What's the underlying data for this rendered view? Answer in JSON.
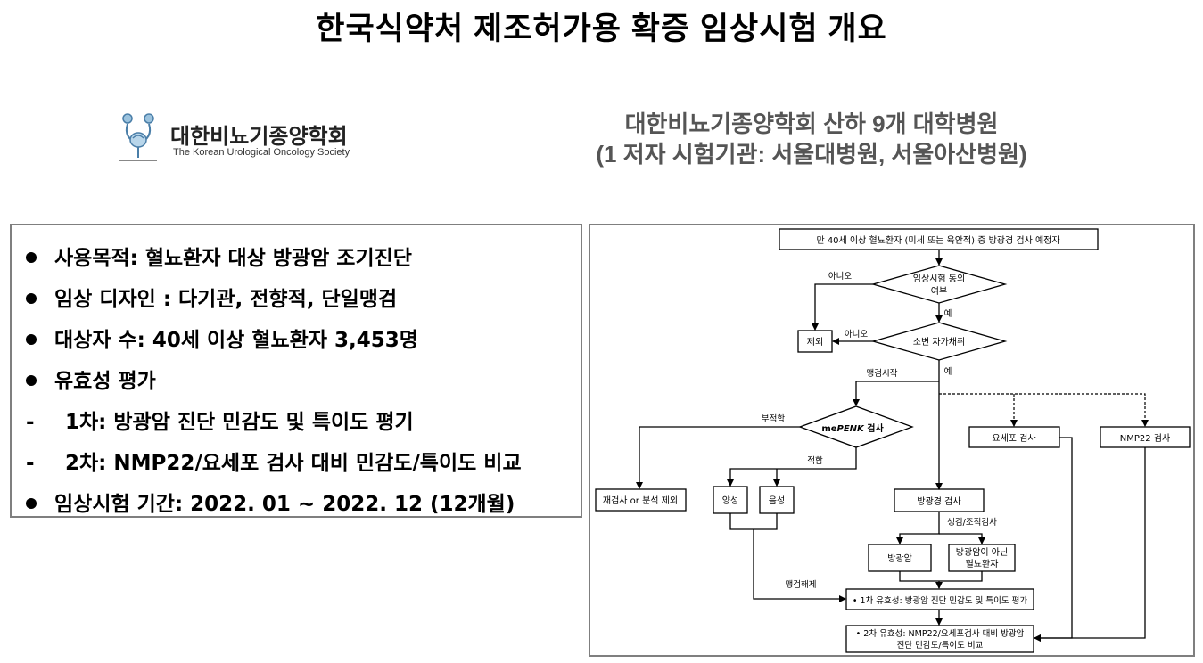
{
  "title": "한국식약처 제조허가용 확증 임상시험 개요",
  "logo": {
    "korean_name": "대한비뇨기종양학회",
    "english_name": "The Korean Urological Oncology Society"
  },
  "hospitals": {
    "line1": "대한비뇨기종양학회 산하 9개 대학병원",
    "line2": "(1 저자 시험기관: 서울대병원, 서울아산병원)"
  },
  "summary": {
    "items": [
      {
        "marker": "bullet",
        "text": "사용목적: 혈뇨환자 대상 방광암 조기진단"
      },
      {
        "marker": "bullet",
        "text": "임상 디자인 : 다기관, 전향적, 단일맹검"
      },
      {
        "marker": "bullet",
        "text": "대상자 수: 40세 이상 혈뇨환자 3,453명"
      },
      {
        "marker": "bullet",
        "text": "유효성 평가"
      },
      {
        "marker": "dash",
        "text": "1차: 방광암 진단 민감도 및 특이도 평기"
      },
      {
        "marker": "dash",
        "text": "2차: NMP22/요세포 검사 대비 민감도/특이도 비교"
      },
      {
        "marker": "bullet",
        "text": "임상시험 기간: 2022. 01 ~ 2022. 12 (12개월)"
      }
    ]
  },
  "flowchart": {
    "start": "만 40세 이상 혈뇨환자 (미세 또는 육안적) 중 방광경 검사 예정자",
    "consent_line1": "임상시험 동의",
    "consent_line2": "여부",
    "no_label": "아니오",
    "yes_label": "예",
    "exclude": "제외",
    "urine": "소변 자가채취",
    "blind_start": "맹검시작",
    "penk_prefix": "me",
    "penk_italic": "PENK",
    "penk_suffix": " 검사",
    "unsuitable": "부적합",
    "suitable": "적합",
    "retest": "재검사 or 분석 제외",
    "positive": "양성",
    "negative": "음성",
    "cytology": "요세포 검사",
    "nmp22": "NMP22 검사",
    "cystoscopy": "방광경 검사",
    "biopsy": "생검/조직검사",
    "bladder_cancer": "방광암",
    "non_cancer_line1": "방광암이 아닌",
    "non_cancer_line2": "혈뇨환자",
    "unblind": "맹검해제",
    "primary": "• 1차 유효성: 방광암 진단 민감도 및 특이도 평가",
    "secondary_line1": "• 2차 유효성: NMP22/요세포검사 대비 방광암",
    "secondary_line2": "진단 민감도/특이도 비교"
  },
  "colors": {
    "title_text": "#000000",
    "hospital_text": "#555555",
    "frame_border": "#7f7f7f",
    "flow_line": "#000000"
  }
}
